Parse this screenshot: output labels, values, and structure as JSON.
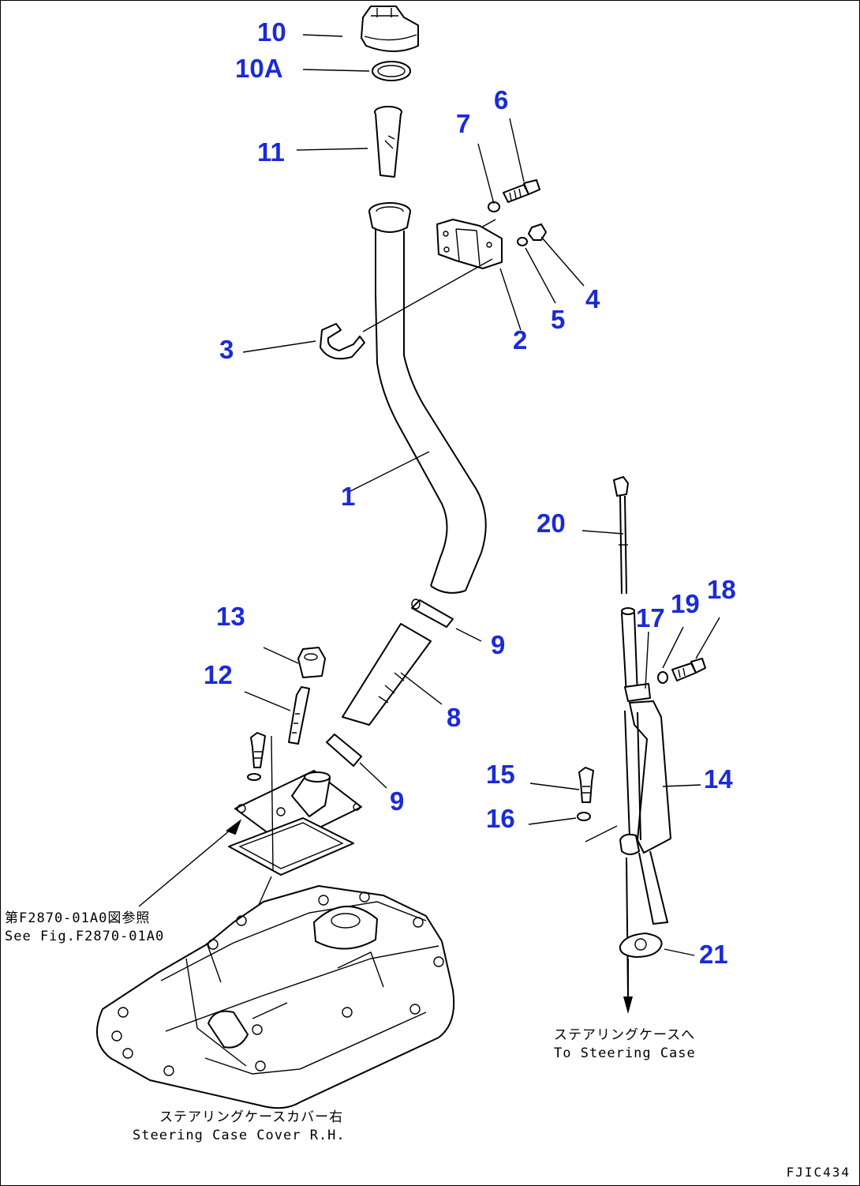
{
  "figure": {
    "figure_id": "FJIC434",
    "callouts": [
      {
        "id": "c10",
        "label": "10"
      },
      {
        "id": "c10a",
        "label": "10A"
      },
      {
        "id": "c11",
        "label": "11"
      },
      {
        "id": "c7",
        "label": "7"
      },
      {
        "id": "c6",
        "label": "6"
      },
      {
        "id": "c4",
        "label": "4"
      },
      {
        "id": "c5",
        "label": "5"
      },
      {
        "id": "c2",
        "label": "2"
      },
      {
        "id": "c3",
        "label": "3"
      },
      {
        "id": "c1",
        "label": "1"
      },
      {
        "id": "c9a",
        "label": "9"
      },
      {
        "id": "c8",
        "label": "8"
      },
      {
        "id": "c9b",
        "label": "9"
      },
      {
        "id": "c13",
        "label": "13"
      },
      {
        "id": "c12",
        "label": "12"
      },
      {
        "id": "c20",
        "label": "20"
      },
      {
        "id": "c17",
        "label": "17"
      },
      {
        "id": "c19",
        "label": "19"
      },
      {
        "id": "c18",
        "label": "18"
      },
      {
        "id": "c14",
        "label": "14"
      },
      {
        "id": "c15",
        "label": "15"
      },
      {
        "id": "c16",
        "label": "16"
      },
      {
        "id": "c21",
        "label": "21"
      }
    ],
    "notes": {
      "see_fig_jp": "第F2870-01A0図参照",
      "see_fig_en": "See Fig.F2870-01A0",
      "to_steering_jp": "ステアリングケースへ",
      "to_steering_en": "To Steering Case",
      "case_cover_jp": "ステアリングケースカバー右",
      "case_cover_en": "Steering Case Cover R.H."
    }
  }
}
